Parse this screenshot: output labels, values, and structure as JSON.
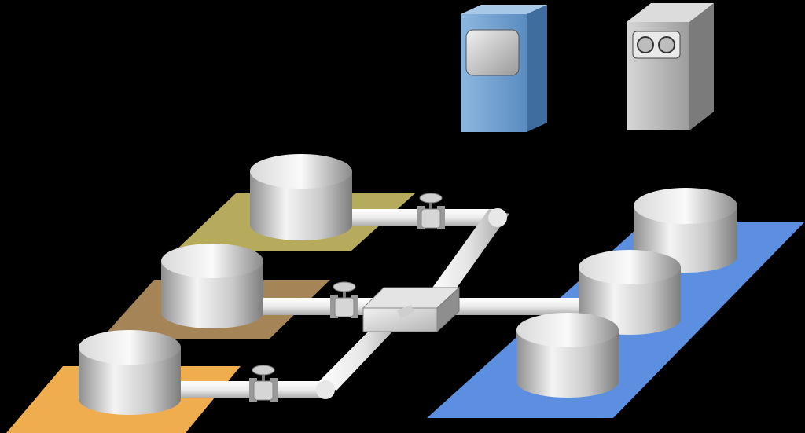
{
  "colors": {
    "background": "#000000",
    "pad_top_tank": "#b6ab5c",
    "pad_middle_tank": "#a58458",
    "pad_bottom_tank": "#f0ad4d",
    "pad_receiving_area": "#5c8fe0",
    "pipe": "#e9e9e9",
    "tank_body": "#c8c8c8",
    "blue_cabinet": "#6f9fcf",
    "grey_cabinet": "#b7b7b7"
  },
  "components": {
    "source_tanks": 3,
    "receiving_tanks": 3,
    "valves": 3,
    "manifolds": 1,
    "control_cabinets": 2
  },
  "icons": {
    "source_tank": "storage-tank-icon",
    "receiving_tank": "storage-tank-icon",
    "valve": "gate-valve-icon",
    "manifold": "manifold-junction-box-icon",
    "display_cabinet": "display-cabinet-icon",
    "gauge_cabinet": "gauge-cabinet-icon"
  }
}
